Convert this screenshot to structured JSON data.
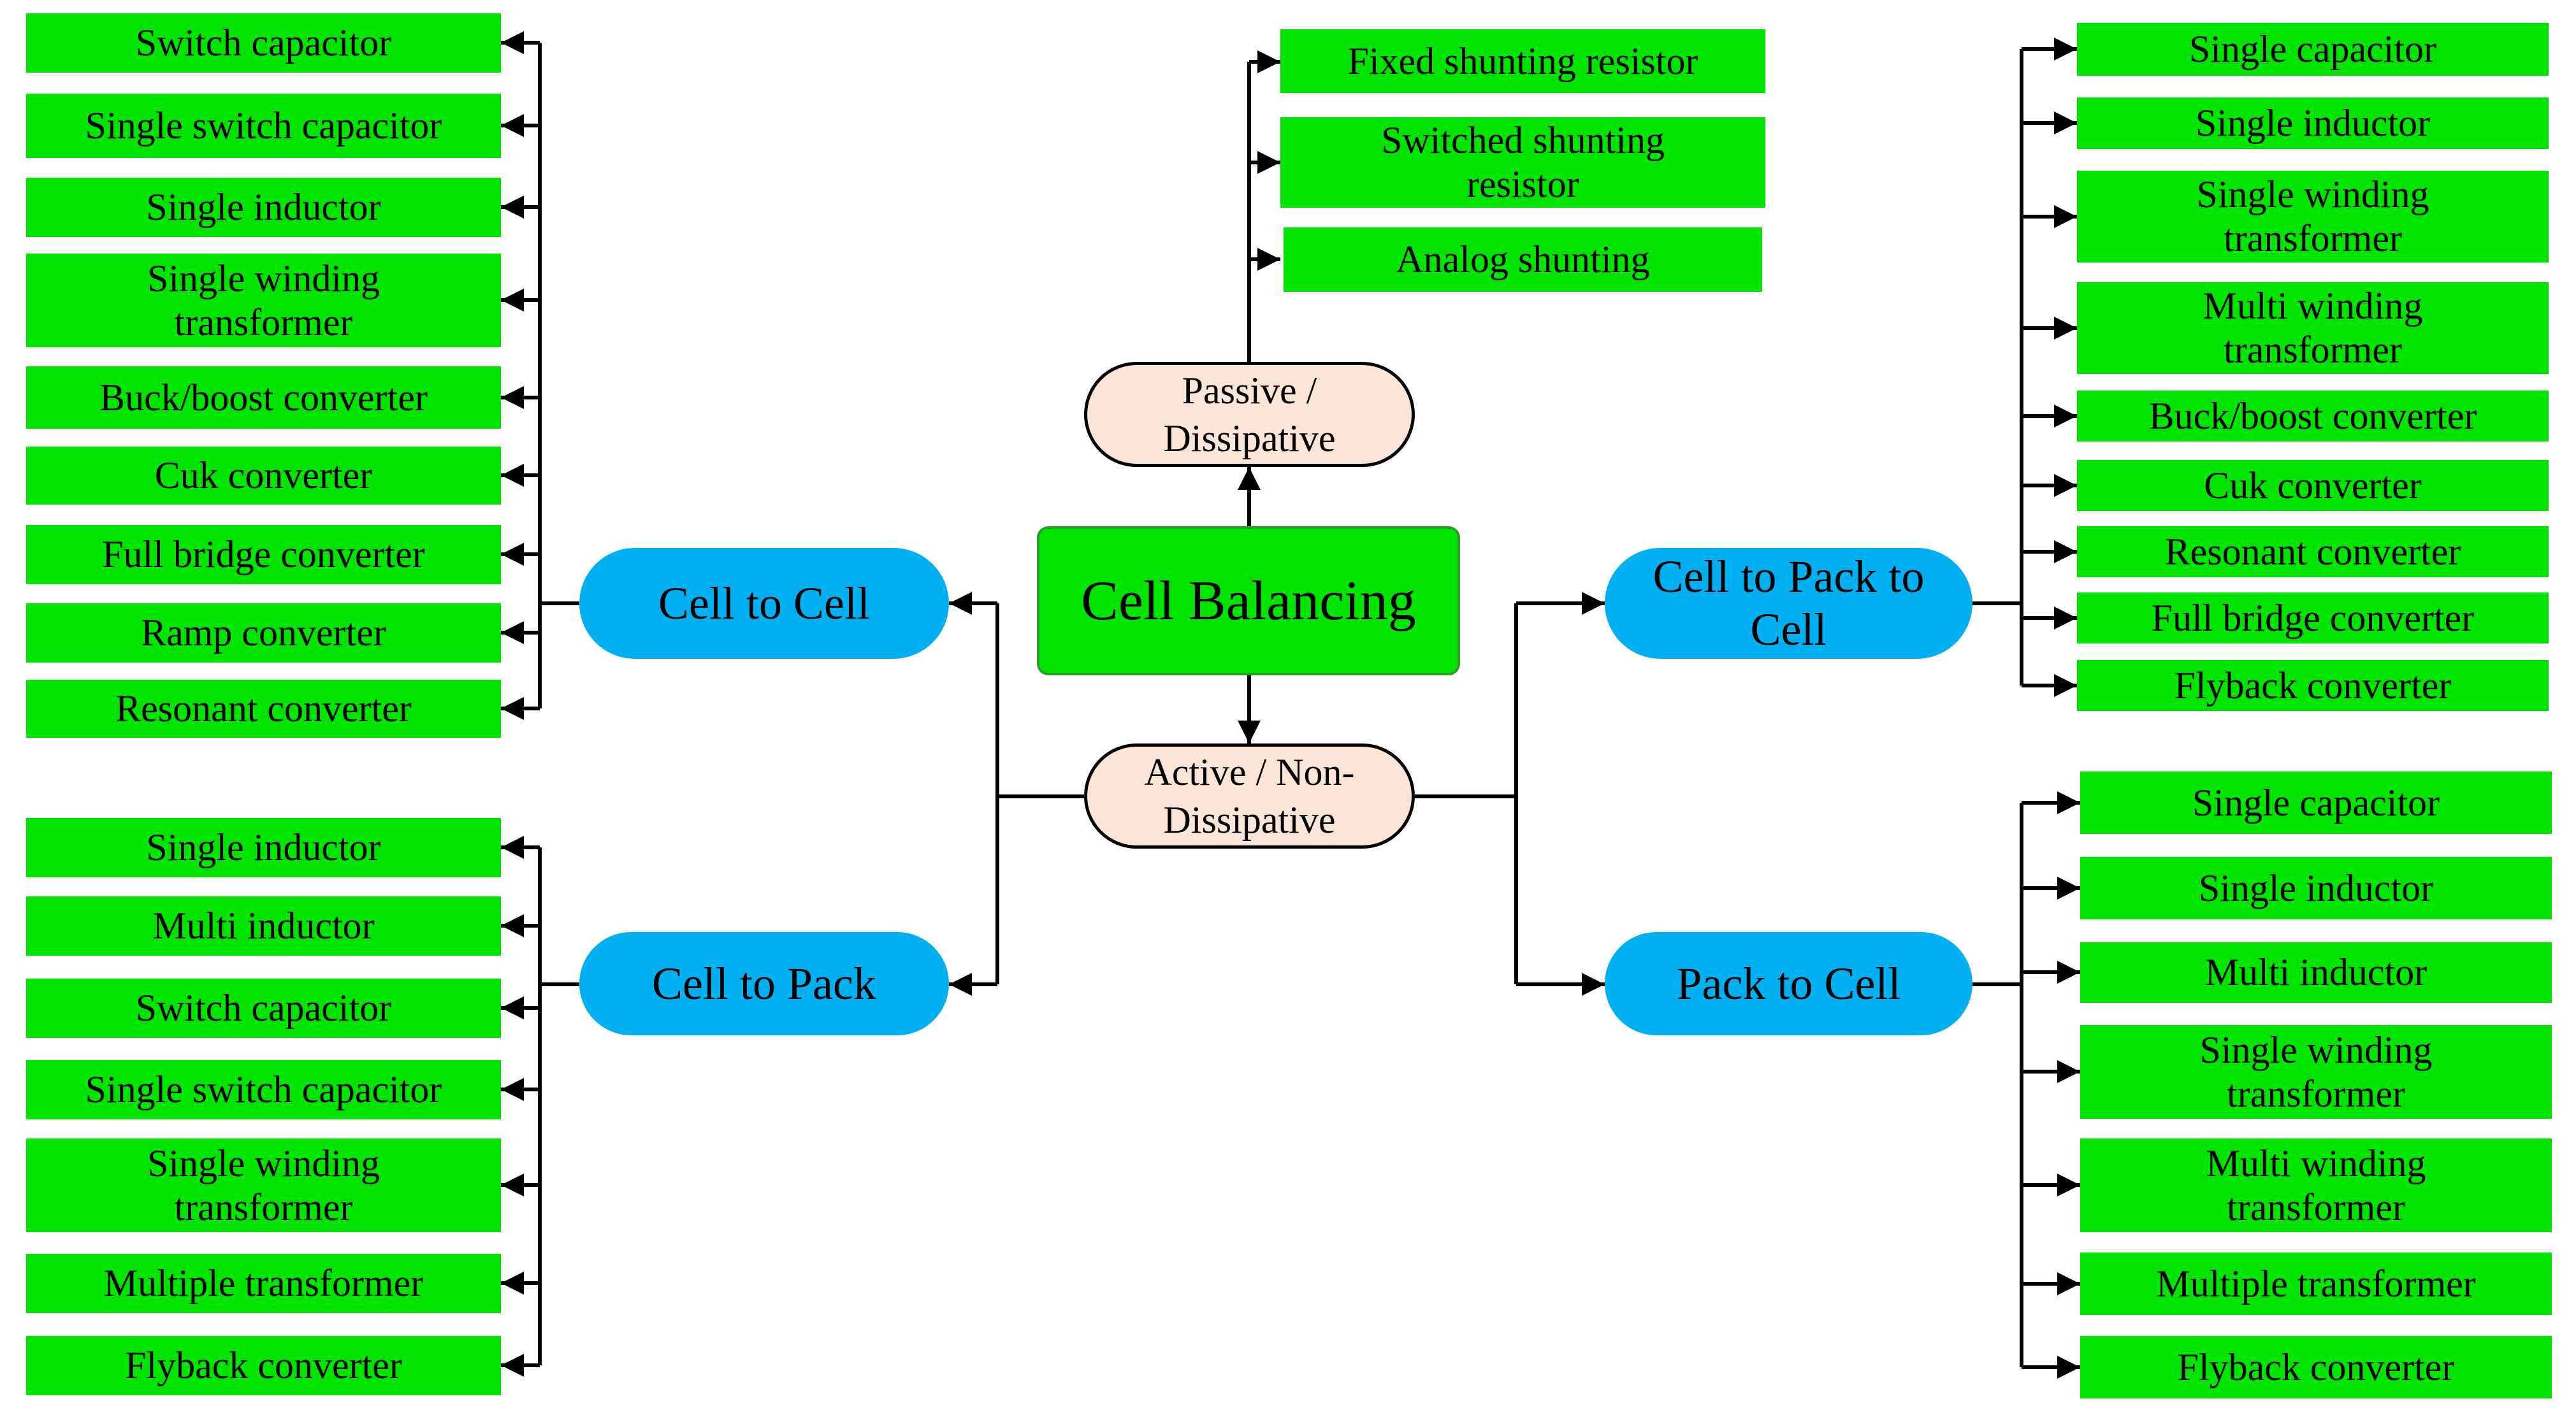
{
  "root": "Cell Balancing",
  "passive": {
    "label": "Passive / Dissipative",
    "items": [
      "Fixed shunting resistor",
      "Switched shunting resistor",
      "Analog shunting"
    ]
  },
  "active": {
    "label": "Active / Non-Dissipative"
  },
  "cell_to_cell": {
    "label": "Cell to Cell",
    "items": [
      "Switch capacitor",
      "Single switch capacitor",
      "Single inductor",
      "Single winding transformer",
      "Buck/boost converter",
      "Cuk converter",
      "Full bridge converter",
      "Ramp converter",
      "Resonant converter"
    ]
  },
  "cell_to_pack": {
    "label": "Cell to Pack",
    "items": [
      "Single inductor",
      "Multi inductor",
      "Switch capacitor",
      "Single switch capacitor",
      "Single winding transformer",
      "Multiple transformer",
      "Flyback converter"
    ]
  },
  "cell_to_pack_to_cell": {
    "label": "Cell to Pack to Cell",
    "items": [
      "Single capacitor",
      "Single inductor",
      "Single winding transformer",
      "Multi winding transformer",
      "Buck/boost converter",
      "Cuk converter",
      "Resonant converter",
      "Full bridge converter",
      "Flyback converter"
    ]
  },
  "pack_to_cell": {
    "label": "Pack to Cell",
    "items": [
      "Single capacitor",
      "Single inductor",
      "Multi inductor",
      "Single winding transformer",
      "Multi winding transformer",
      "Multiple transformer",
      "Flyback converter"
    ]
  },
  "colors": {
    "leaf_box": "#00e400",
    "category_oval": "#00b0f0",
    "type_oval": "#fbe5d6",
    "connector": "#000000"
  }
}
